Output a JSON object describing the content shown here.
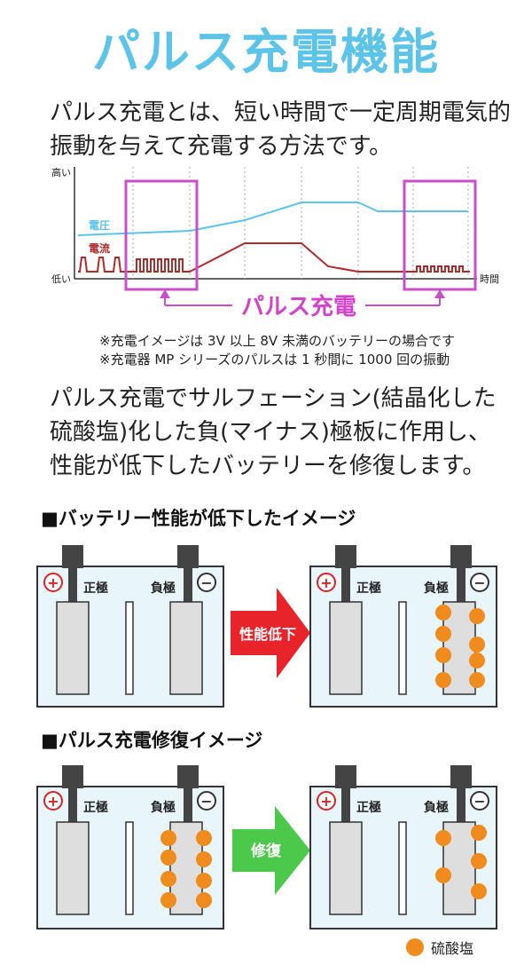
{
  "title": "パルス充電機能",
  "intro": [
    "パルス充電とは、短い時間で一定周期電気的",
    "振動を与えて充電する方法です。"
  ],
  "graph": {
    "y_high": "高い",
    "y_low": "低い",
    "x_label": "時間",
    "voltage_label": "電圧",
    "current_label": "電流",
    "pulse_label": "パルス充電",
    "colors": {
      "voltage": "#5bc4e8",
      "current": "#b02a2a",
      "highlight": "#c84fc8",
      "pulse_text": "#d243c9"
    }
  },
  "notes": [
    "※充電イメージは 3V 以上 8V 未満のバッテリーの場合です",
    "※充電器 MP シリーズのパルスは 1 秒間に 1000 回の振動"
  ],
  "sulfation_text": [
    "パルス充電でサルフェーション(結晶化した",
    "硫酸塩)化した負(マイナス)極板に作用し、",
    "性能が低下したバッテリーを修復します。"
  ],
  "section1": {
    "title": "■バッテリー性能が低下したイメージ",
    "arrow_label": "性能低下",
    "arrow_color": "#e8232a"
  },
  "section2": {
    "title": "■パルス充電修復イメージ",
    "arrow_label": "修復",
    "arrow_color": "#4cc84a"
  },
  "battery": {
    "positive_label": "正極",
    "negative_label": "負極",
    "plus_symbol": "+",
    "minus_symbol": "−"
  },
  "legend": {
    "label": "硫酸塩",
    "color": "#f08c1e"
  }
}
